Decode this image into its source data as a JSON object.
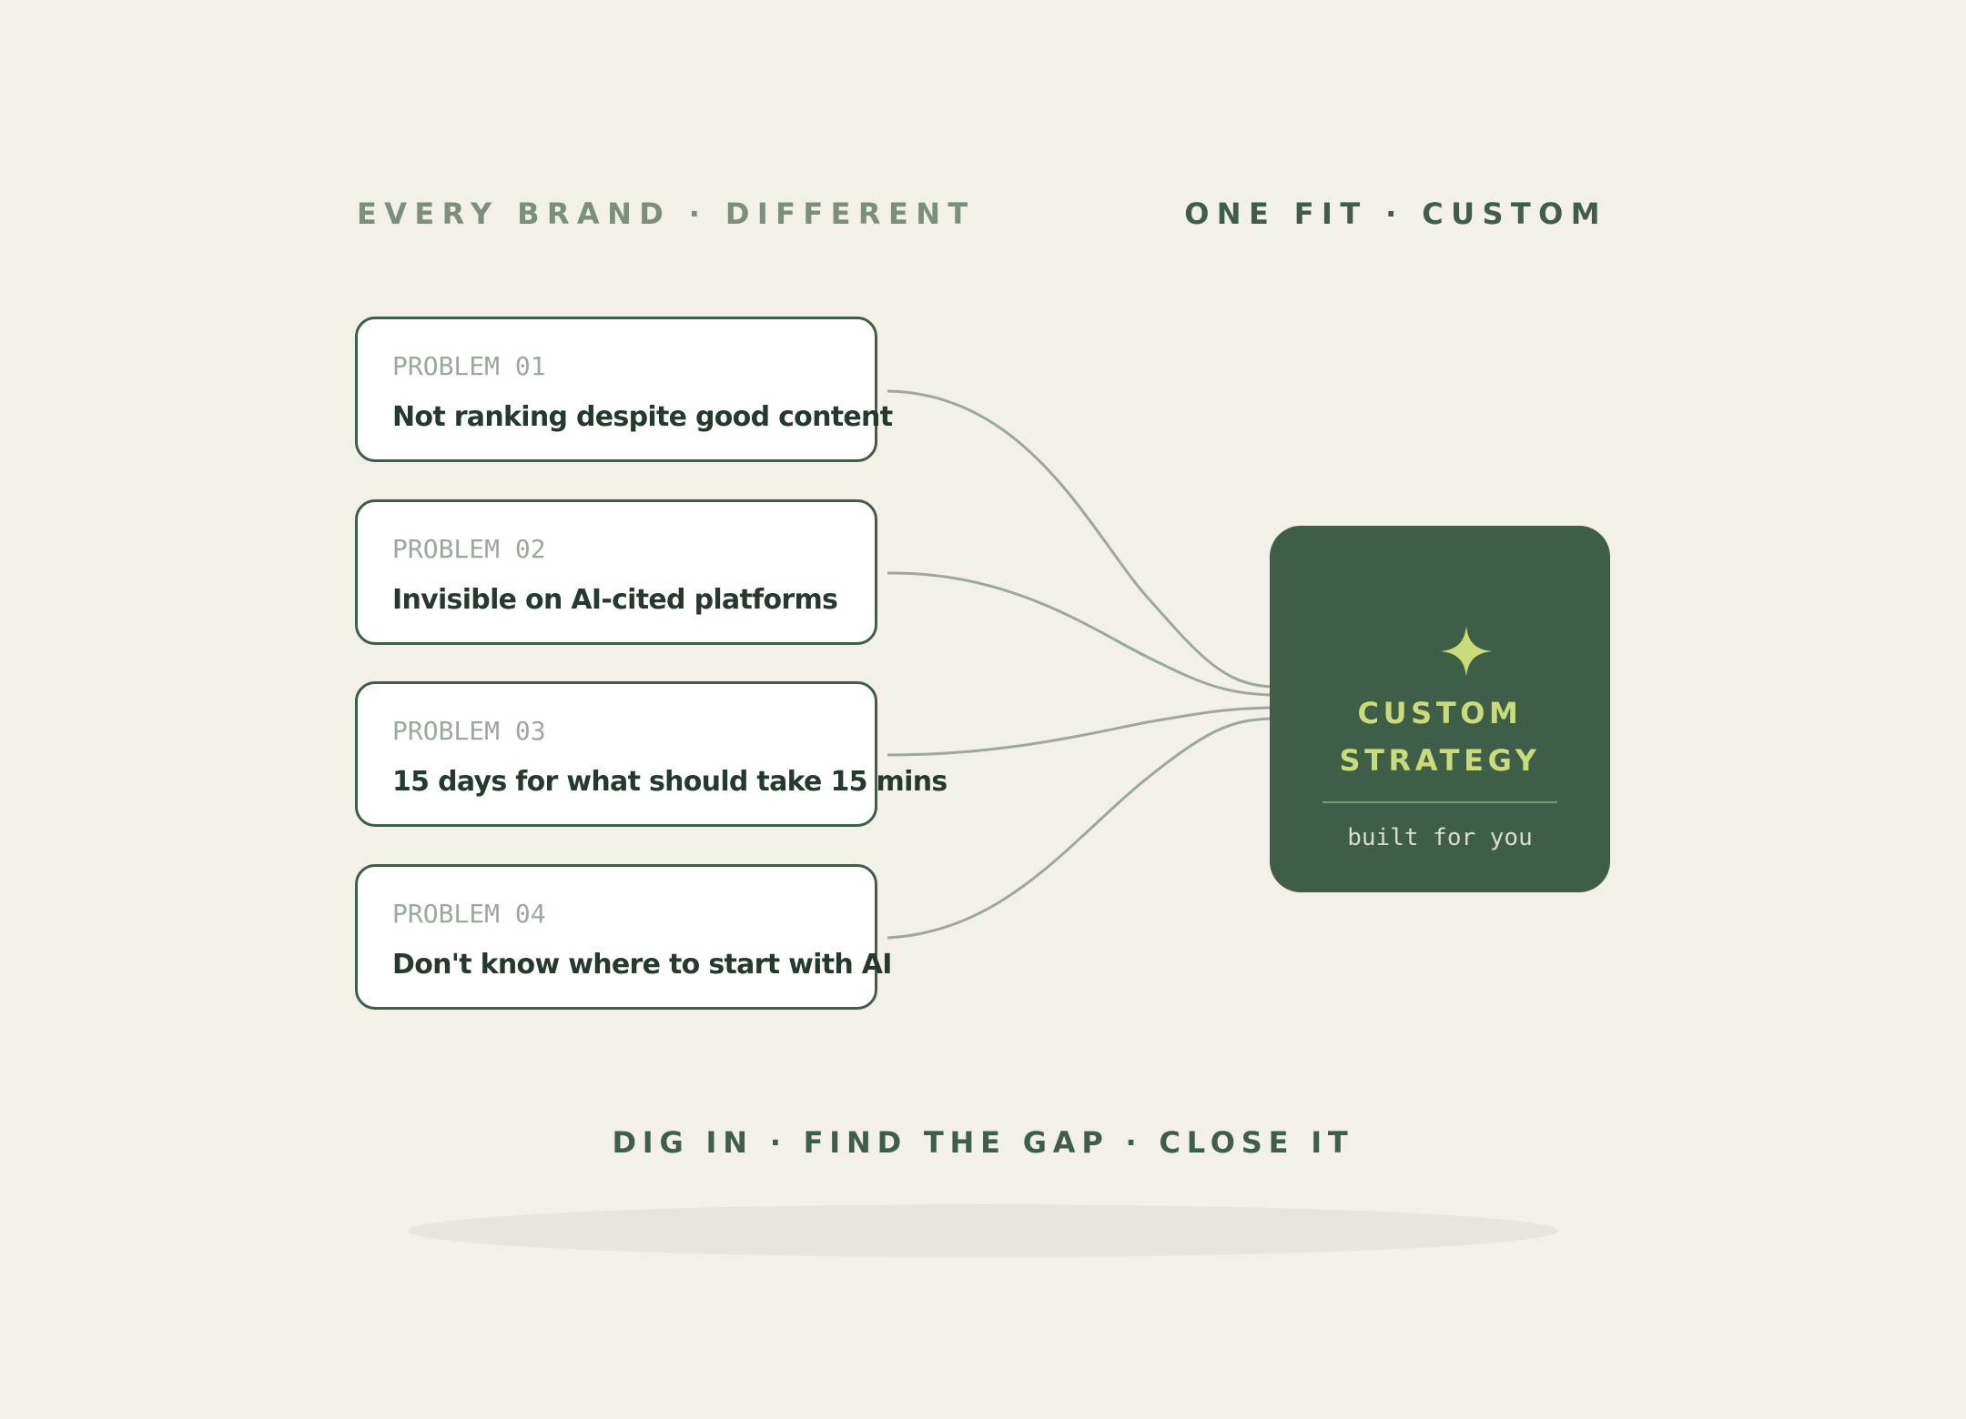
{
  "header": {
    "left_label": "EVERY BRAND · DIFFERENT",
    "right_label": "ONE FIT · CUSTOM"
  },
  "problems": [
    {
      "code": "PROBLEM 01",
      "text": "Not ranking despite good content"
    },
    {
      "code": "PROBLEM 02",
      "text": "Invisible on AI-cited platforms"
    },
    {
      "code": "PROBLEM 03",
      "text": "15 days for what should take 15 mins"
    },
    {
      "code": "PROBLEM 04",
      "text": "Don't know where to start with AI"
    }
  ],
  "strategy": {
    "icon": "sparkle-icon",
    "title_line_1": "CUSTOM",
    "title_line_2": "STRATEGY",
    "subtitle": "built for you"
  },
  "footer": {
    "tagline": "DIG IN · FIND THE GAP · CLOSE IT"
  },
  "colors": {
    "background": "#f3f0e9",
    "primary_green": "#3f5e47",
    "accent_lime": "#c8dc7a",
    "muted_green": "#7a8f7c",
    "connector": "#9aa99a",
    "card_fill": "#ffffff"
  }
}
